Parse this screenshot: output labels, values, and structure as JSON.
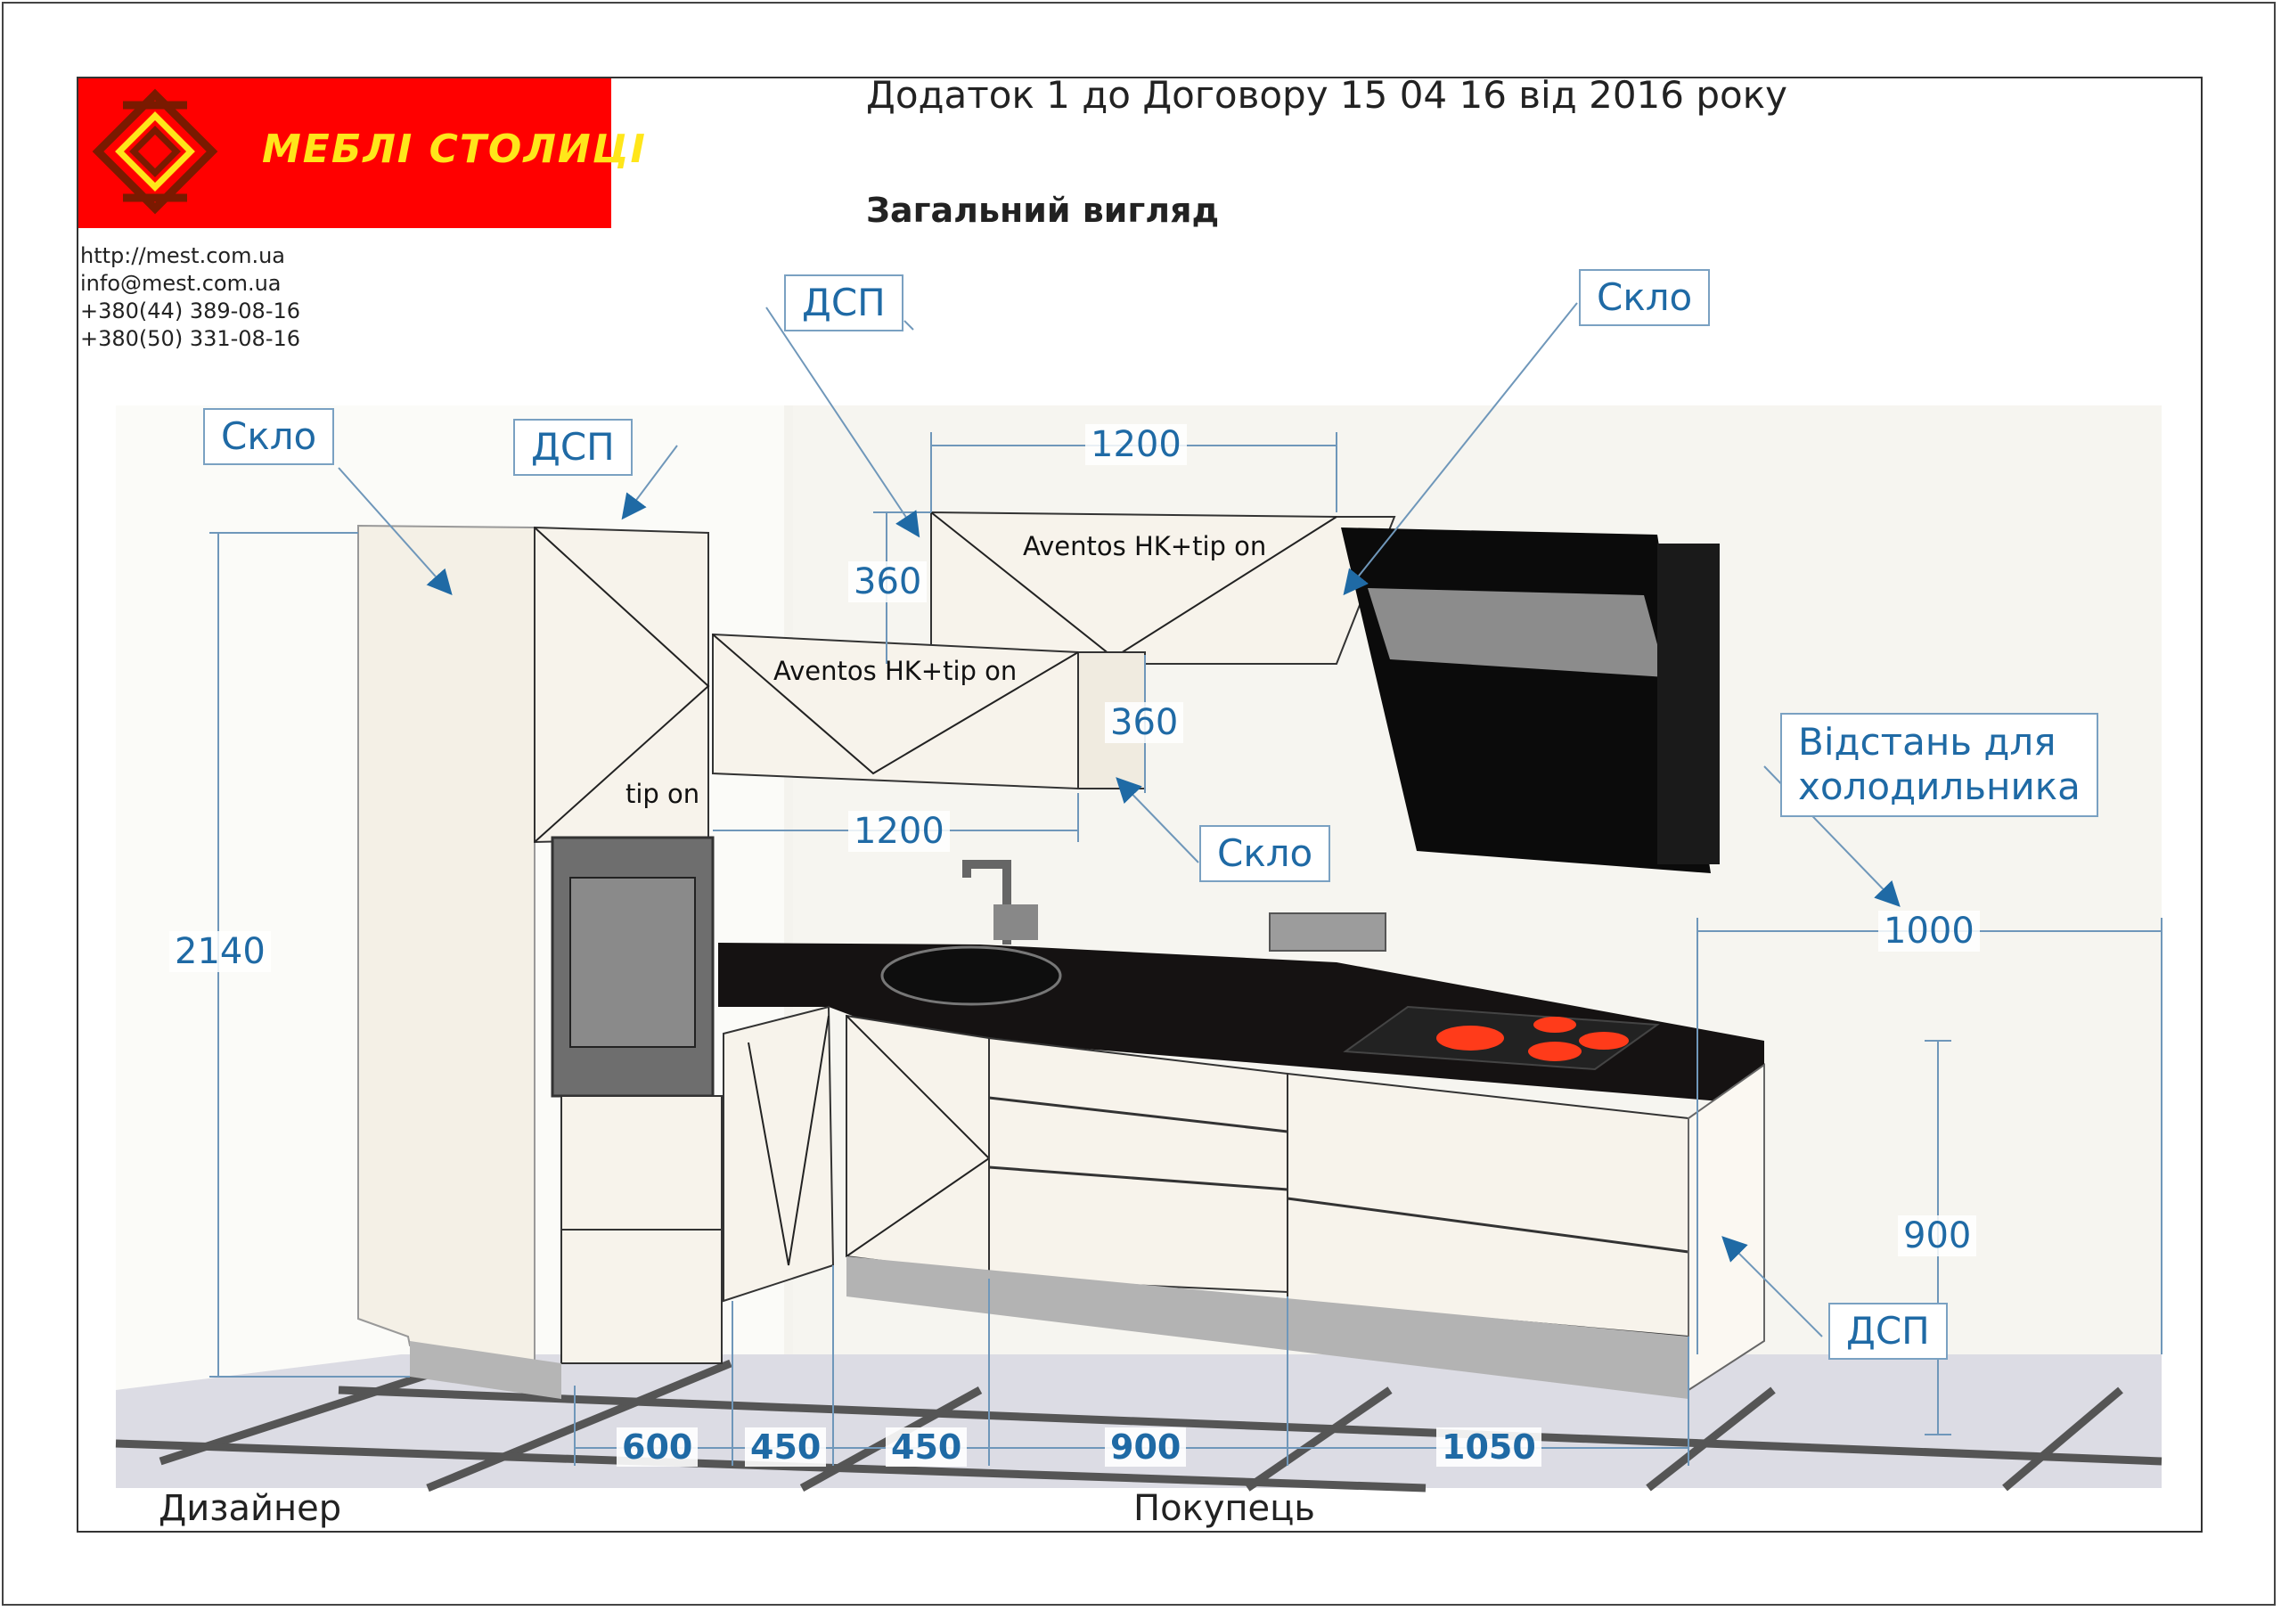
{
  "brand": {
    "name": "МЕБЛІ СТОЛИЦІ",
    "red": "#ff0000",
    "yellow": "#ffe61a"
  },
  "contacts": {
    "site": "http://mest.com.ua",
    "email": "info@mest.com.ua",
    "phone1": "+380(44)   389-08-16",
    "phone2": "+380(50)   331-08-16"
  },
  "header": {
    "title": "Додаток 1 до Договору 15 04 16 від 2016 року",
    "subtitle": "Загальний вигляд"
  },
  "labels": {
    "dsp_top": "ДСП",
    "sklo_top": "Скло",
    "sklo_left": "Скло",
    "dsp_left": "ДСП",
    "sklo_mid": "Скло",
    "distance_line1": "Відстань для",
    "distance_line2": "холодильника",
    "dsp_right": "ДСП"
  },
  "notes": {
    "aventos_upper": "Aventos HK+tip on",
    "aventos_lower": "Aventos HK+tip on",
    "tip_on": "tip on"
  },
  "dimensions": {
    "upper_width": "1200",
    "upper_height": "360",
    "lower_cab_height": "360",
    "lower_cab_width": "1200",
    "tall_height": "2140",
    "fridge_gap": "1000",
    "base_height": "900",
    "bottom": [
      "600",
      "450",
      "450",
      "900",
      "1050"
    ]
  },
  "signatures": {
    "designer": "Дизайнер",
    "customer": "Покупець"
  },
  "colors": {
    "dimension": "#1f6aa5",
    "facade": "#f6f2ea",
    "countertop": "#151212",
    "hob_burner": "#ff3b1a",
    "hood": "#0b0b0b"
  }
}
